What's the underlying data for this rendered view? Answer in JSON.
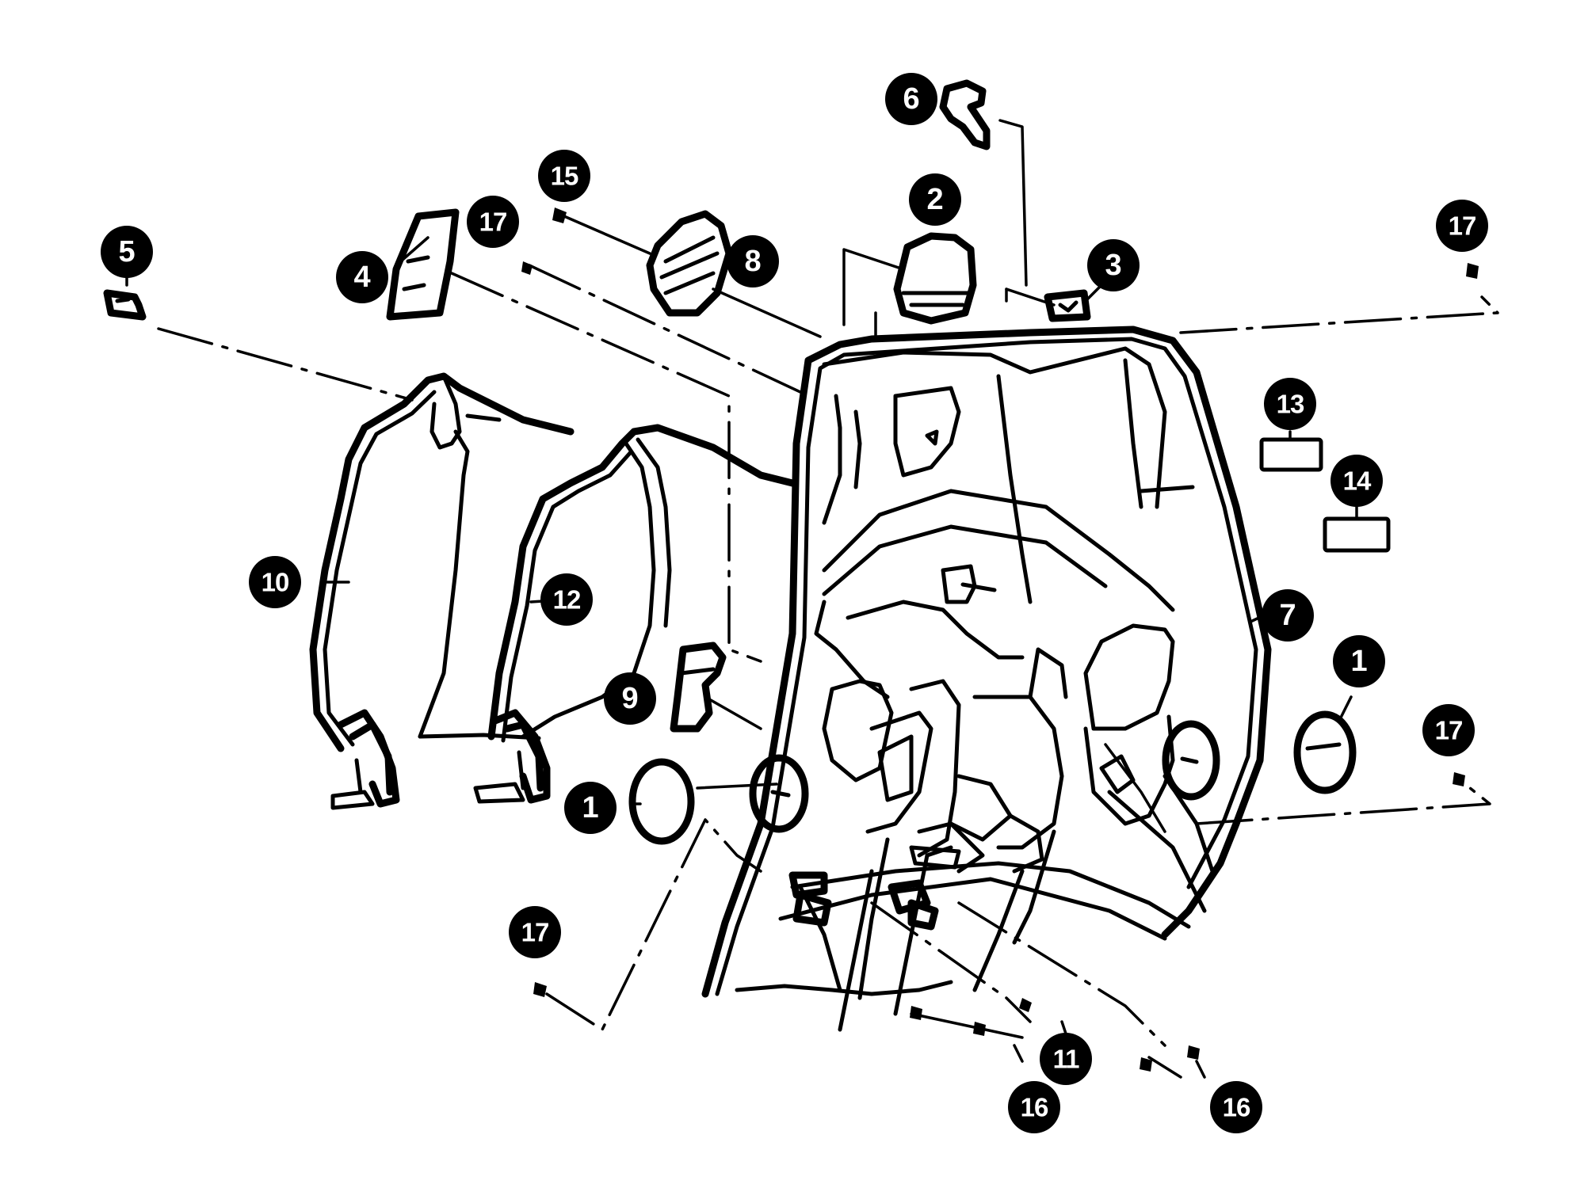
{
  "diagram": {
    "callouts": [
      {
        "id": "c1a",
        "label": "1"
      },
      {
        "id": "c1b",
        "label": "1"
      },
      {
        "id": "c2",
        "label": "2"
      },
      {
        "id": "c3",
        "label": "3"
      },
      {
        "id": "c4",
        "label": "4"
      },
      {
        "id": "c5",
        "label": "5"
      },
      {
        "id": "c6",
        "label": "6"
      },
      {
        "id": "c7",
        "label": "7"
      },
      {
        "id": "c8",
        "label": "8"
      },
      {
        "id": "c9",
        "label": "9"
      },
      {
        "id": "c10",
        "label": "10"
      },
      {
        "id": "c11",
        "label": "11"
      },
      {
        "id": "c12",
        "label": "12"
      },
      {
        "id": "c13",
        "label": "13"
      },
      {
        "id": "c14",
        "label": "14"
      },
      {
        "id": "c15",
        "label": "15"
      },
      {
        "id": "c16a",
        "label": "16"
      },
      {
        "id": "c16b",
        "label": "16"
      },
      {
        "id": "c17a",
        "label": "17"
      },
      {
        "id": "c17b",
        "label": "17"
      },
      {
        "id": "c17c",
        "label": "17"
      },
      {
        "id": "c17d",
        "label": "17"
      }
    ]
  }
}
